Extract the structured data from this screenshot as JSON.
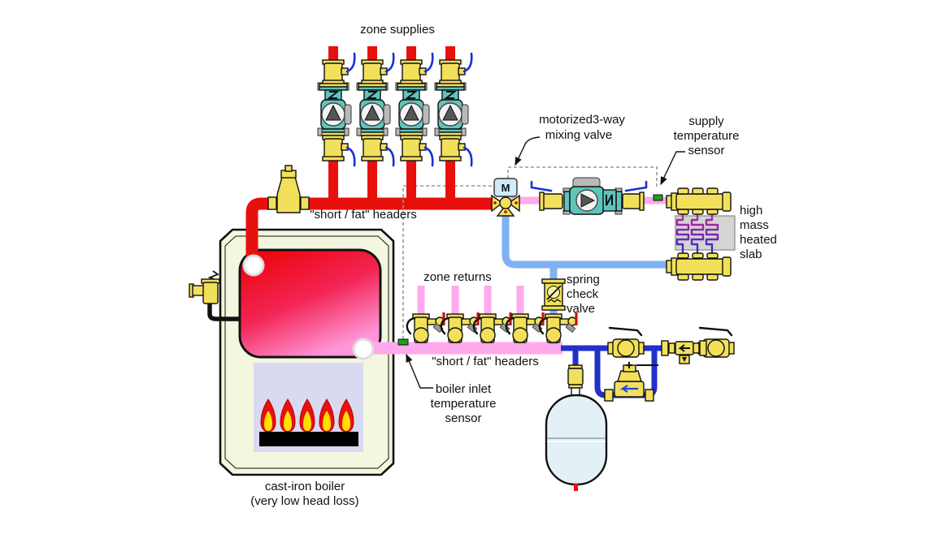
{
  "labels": {
    "zone_supplies": "zone supplies",
    "mixing_valve_line1": "motorized3-way",
    "mixing_valve_line2": "mixing valve",
    "supply_sensor_line1": "supply",
    "supply_sensor_line2": "temperature",
    "supply_sensor_line3": "sensor",
    "supply_headers": "\"short / fat\" headers",
    "return_headers": "\"short / fat\" headers",
    "slab_line1": "high",
    "slab_line2": "mass",
    "slab_line3": "heated",
    "slab_line4": "slab",
    "zone_returns": "zone returns",
    "spring_line1": "spring",
    "spring_line2": "check",
    "spring_line3": "valve",
    "inlet_sensor_line1": "boiler inlet",
    "inlet_sensor_line2": "temperature",
    "inlet_sensor_line3": "sensor",
    "boiler_line1": "cast-iron boiler",
    "boiler_line2": "(very low head loss)",
    "actuator": "M"
  },
  "palette": {
    "supply_pipe_red": "#e8100c",
    "mixed_supply_pink": "#ffaaec",
    "return_blue_light": "#7fb2f2",
    "makeup_blue_dark": "#2230cc",
    "brass_yellow": "#f2e05a",
    "pump_teal": "#5fc4bc",
    "sensor_green": "#1f9e1f",
    "boiler_jacket_cream": "#f3f7df",
    "combustion_lavender": "#d9d9f2",
    "slab_gray": "#d4d4d4",
    "actuator_blue": "#cfeaf8",
    "tank_blue": "#e3f1f7",
    "handle_blue": "#1b2fd6",
    "handle_red": "#cc1111",
    "dashed_gray": "#999999"
  }
}
